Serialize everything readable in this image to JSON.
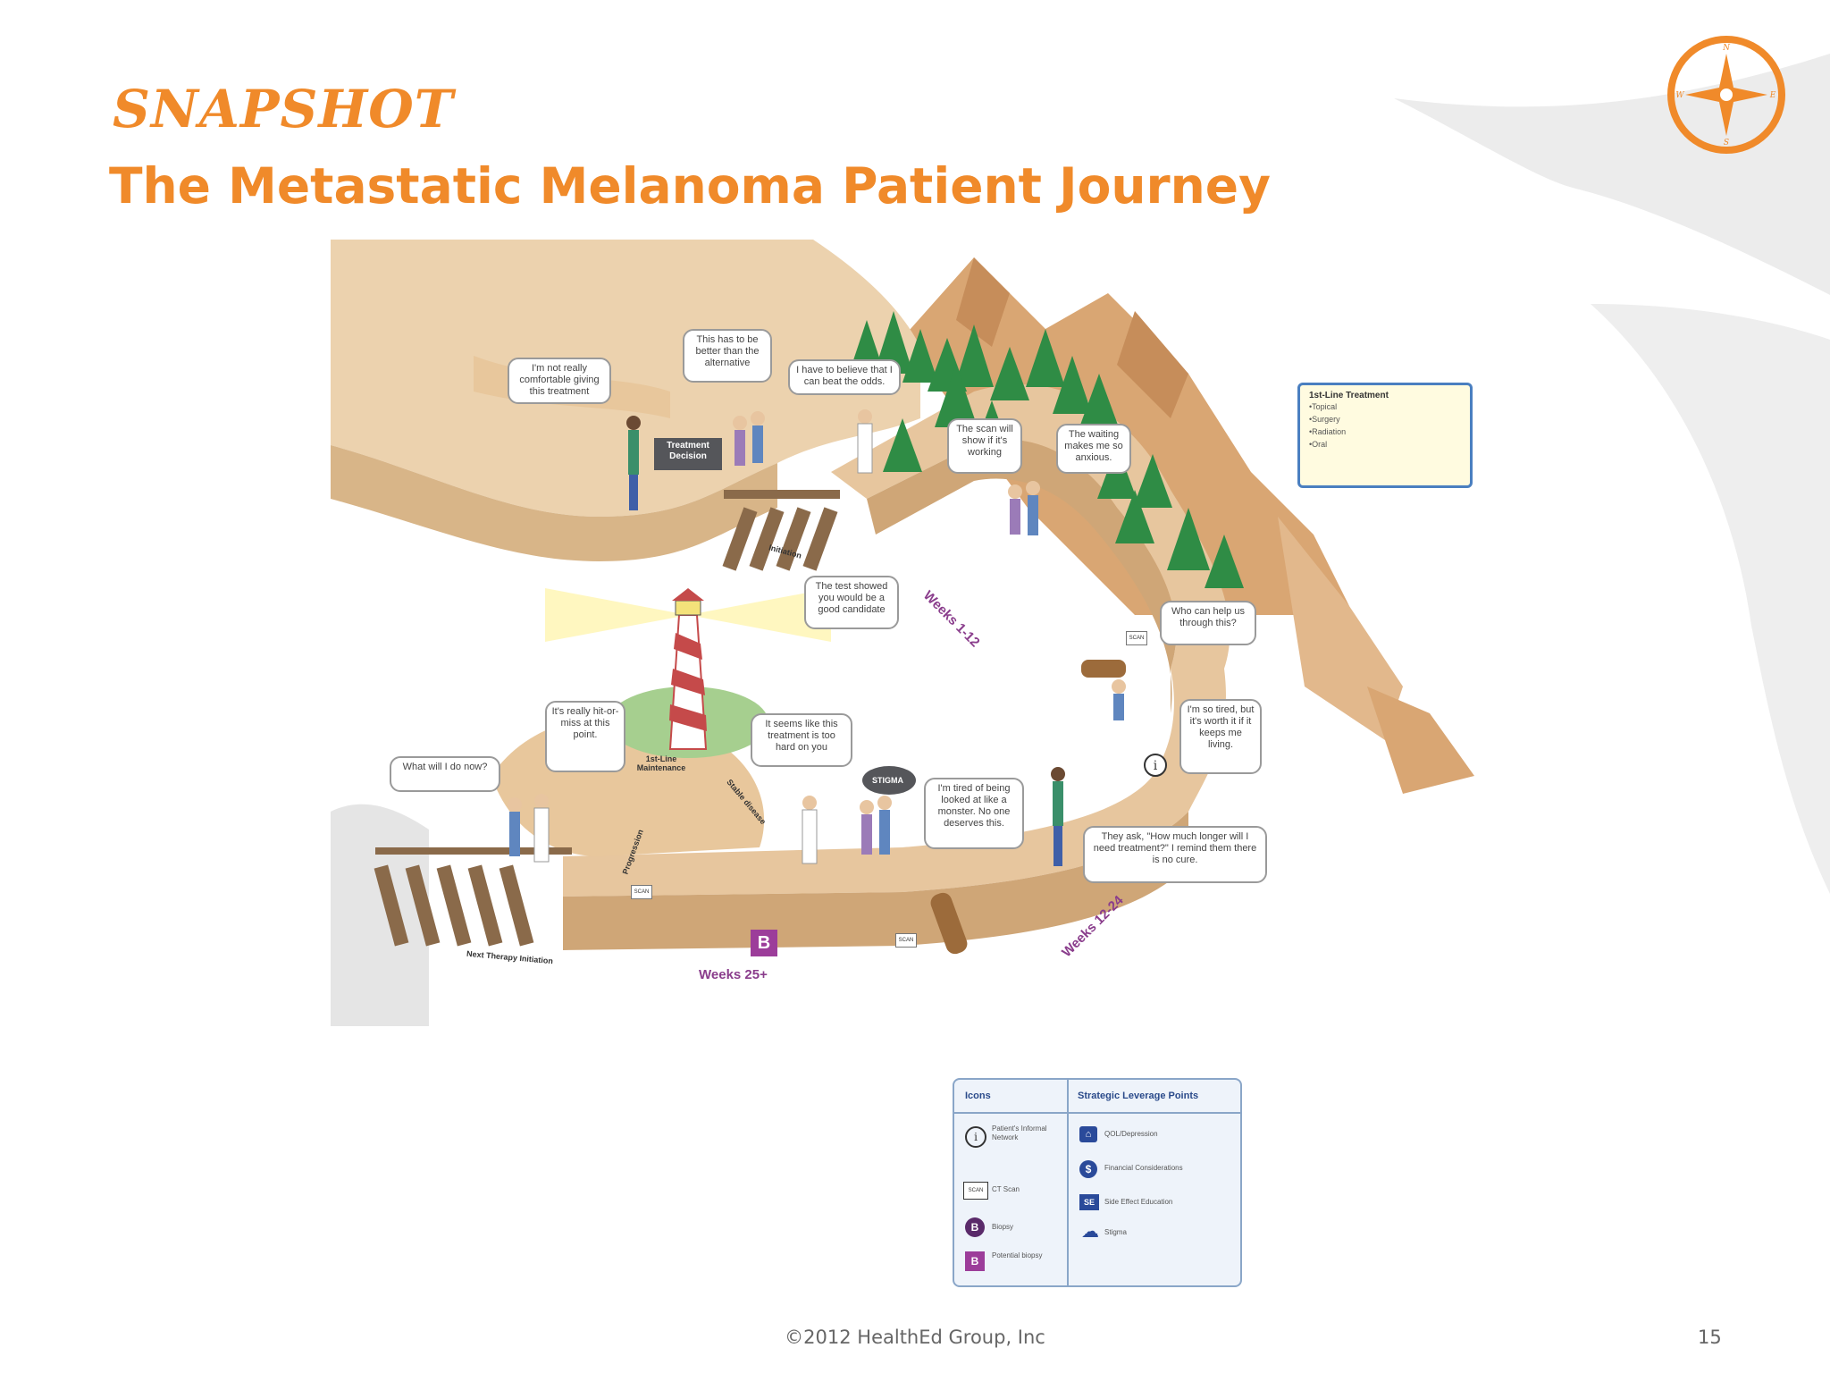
{
  "header": {
    "kicker": "SNAPSHOT",
    "title": "The Metastatic Melanoma Patient Journey"
  },
  "compass": {
    "north": "N",
    "south": "S",
    "east": "E",
    "west": "W"
  },
  "bubbles": {
    "not_comfortable": "I'm not really comfortable giving this treatment",
    "better_than": "This has to be better than the alternative",
    "believe": "I have to believe that I can beat the odds.",
    "scan_will_show": "The scan will show if it's working",
    "waiting": "The waiting makes me so anxious.",
    "test_showed": "The test showed you would be a good candidate",
    "who_can_help": "Who can help us through this?",
    "so_tired": "I'm so tired, but it's worth it if it keeps me living.",
    "hit_or_miss": "It's really hit-or-miss at this point.",
    "what_now": "What will I do now?",
    "too_hard": "It seems like this treatment is too hard on you",
    "tired_looked_at": "I'm tired of being looked at like a monster. No one deserves this.",
    "how_much_longer": "They ask, \"How much longer will I need treatment?\" I remind them there is no cure."
  },
  "signs": {
    "treatment_decision": "Treatment Decision",
    "initiation": "Initiation",
    "maintenance": "1st-Line Maintenance",
    "progression": "Progression",
    "stable_disease": "Stable disease",
    "next_therapy": "Next Therapy Initiation",
    "stigma": "STIGMA",
    "scan": "SCAN",
    "biopsy_letter": "B"
  },
  "paths": {
    "weeks_1_12": "Weeks 1-12",
    "weeks_12_24": "Weeks 12-24",
    "weeks_25": "Weeks 25+"
  },
  "treatment_box": {
    "title": "1st-Line Treatment",
    "items": [
      "•Topical",
      "•Surgery",
      "•Radiation",
      "•Oral"
    ]
  },
  "legend": {
    "icons_header": "Icons",
    "leverage_header": "Strategic Leverage Points",
    "icons": [
      {
        "symbol": "i",
        "label": "Patient's Informal Network"
      },
      {
        "symbol": "SCAN",
        "label": "CT Scan"
      },
      {
        "symbol": "B",
        "label": "Biopsy"
      },
      {
        "symbol": "B",
        "label": "Potential biopsy"
      }
    ],
    "leverage": [
      {
        "symbol": "⌂",
        "label": "QOL/Depression"
      },
      {
        "symbol": "$",
        "label": "Financial Considerations"
      },
      {
        "symbol": "SE",
        "label": "Side Effect Education"
      },
      {
        "symbol": "☁",
        "label": "Stigma"
      }
    ]
  },
  "colors": {
    "accent": "#f08a2a",
    "purple": "#8a3d8c",
    "cliff": "#e3c29a",
    "forest": "#2f8c45"
  },
  "footer": {
    "copyright": "©2012 HealthEd Group, Inc",
    "page": "15"
  }
}
